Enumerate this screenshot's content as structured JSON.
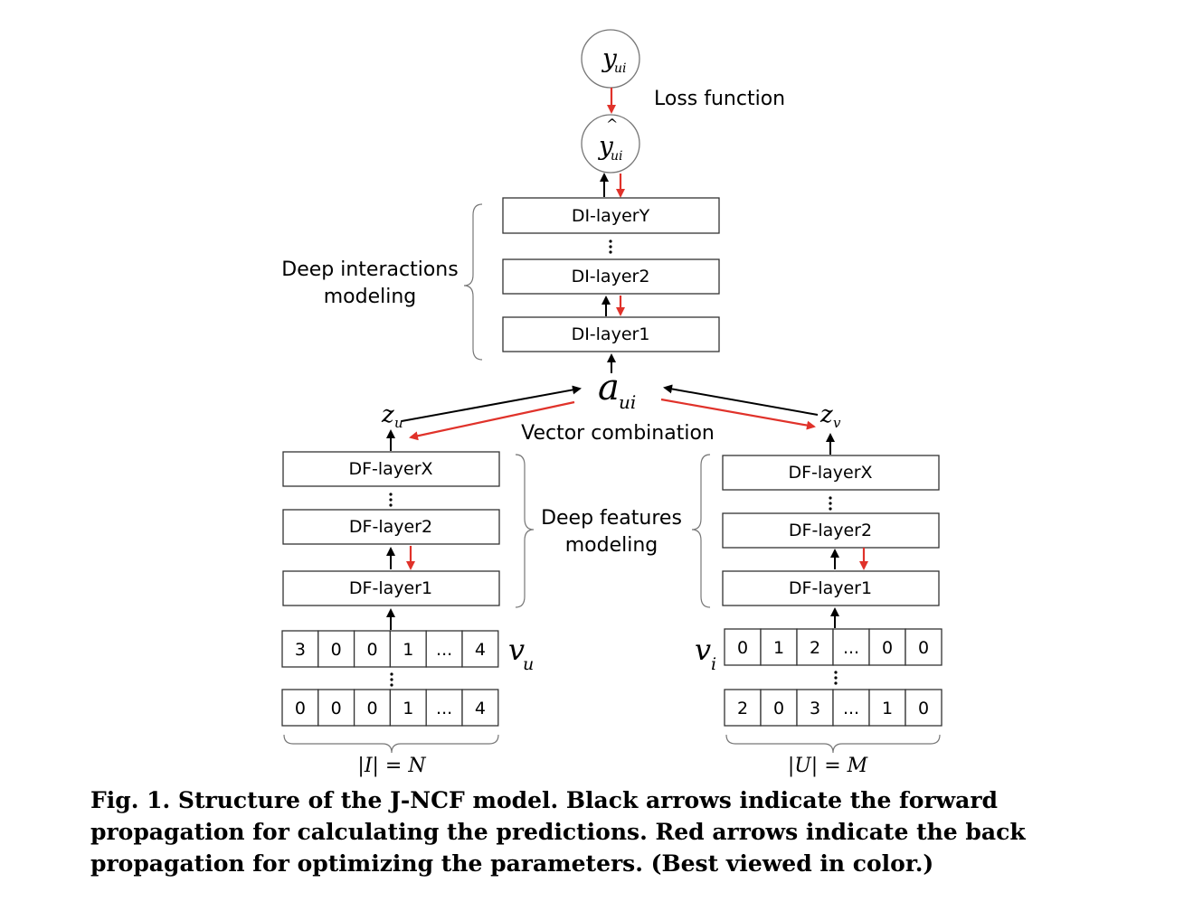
{
  "labels": {
    "y_ui": "y",
    "y_ui_sub": "ui",
    "y_hat": "y",
    "y_hat_sub": "ui",
    "y_hat_mark": "^",
    "loss": "Loss function",
    "di_layer_y": "DI-layerY",
    "di_layer_2": "DI-layer2",
    "di_layer_1": "DI-layer1",
    "deep_interactions_1": "Deep interactions",
    "deep_interactions_2": "modeling",
    "a_ui": "a",
    "a_ui_sub": "ui",
    "vector_combination": "Vector combination",
    "z_u": "z",
    "z_u_sub": "u",
    "z_v": "z",
    "z_v_sub": "v",
    "df_layer_x": "DF-layerX",
    "df_layer_2": "DF-layer2",
    "df_layer_1": "DF-layer1",
    "deep_features_1": "Deep features",
    "deep_features_2": "modeling",
    "v_u": "v",
    "v_u_sub": "u",
    "v_i": "v",
    "v_i_sub": "i",
    "left_size": "|I| = N",
    "right_size": "|U| = M"
  },
  "vectors": {
    "left_top": [
      "3",
      "0",
      "0",
      "1",
      "...",
      "4"
    ],
    "left_bottom": [
      "0",
      "0",
      "0",
      "1",
      "...",
      "4"
    ],
    "right_top": [
      "0",
      "1",
      "2",
      "...",
      "0",
      "0"
    ],
    "right_bottom": [
      "2",
      "0",
      "3",
      "...",
      "1",
      "0"
    ]
  },
  "colors": {
    "forward_arrow": "#000000",
    "back_arrow": "#e0322a"
  },
  "caption": "Fig. 1.  Structure of the J-NCF model. Black arrows indicate the forward propagation for calculating the predictions. Red arrows indicate the back propagation for optimizing the parameters. (Best viewed in color.)"
}
